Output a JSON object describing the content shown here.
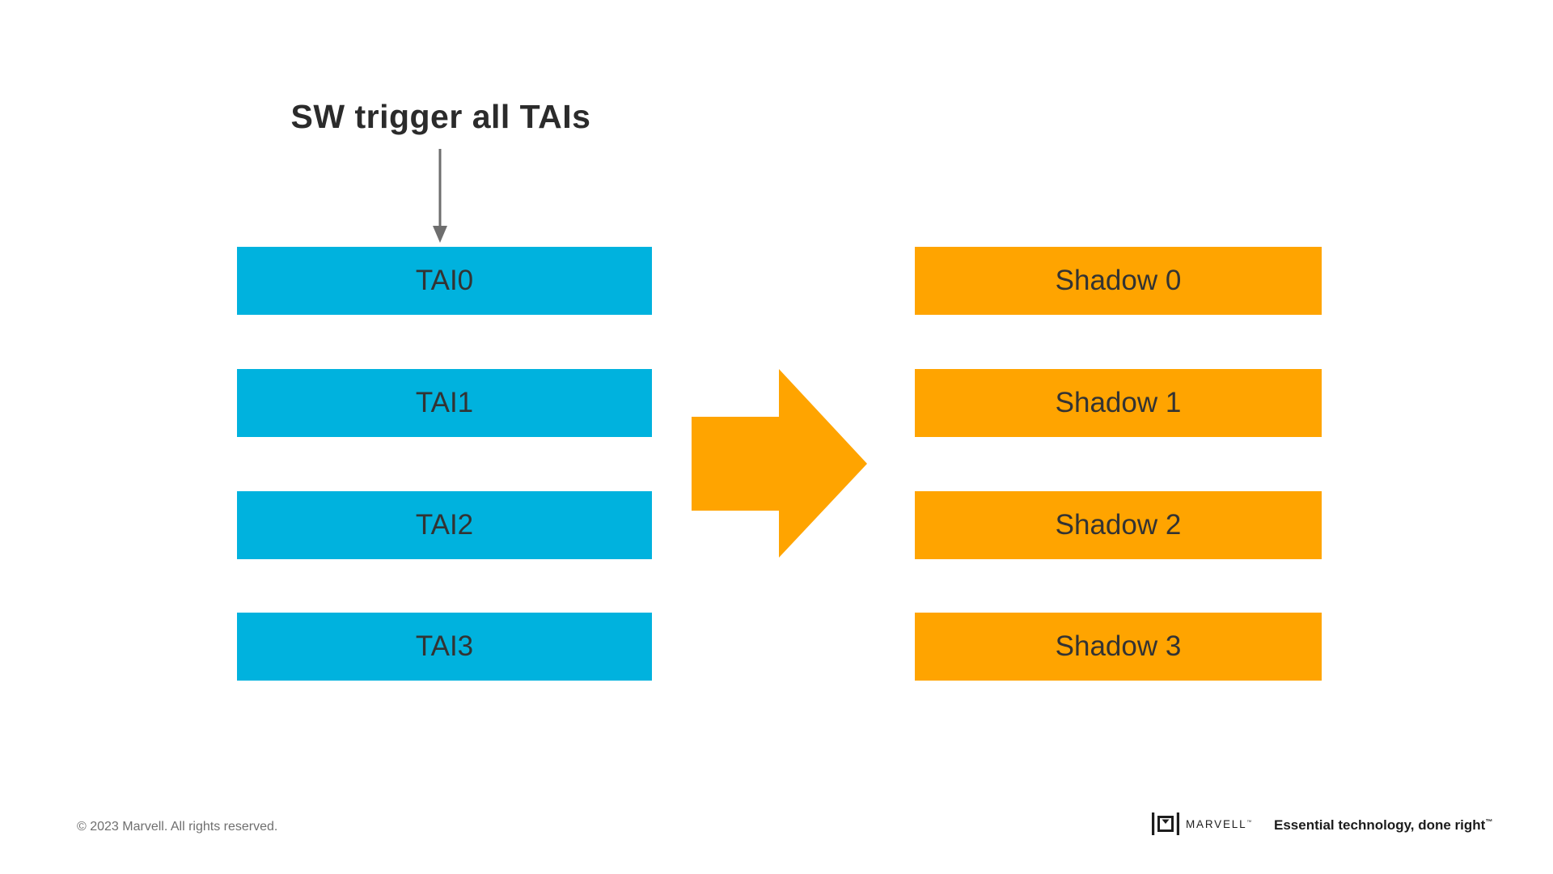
{
  "title": {
    "text": "SW trigger all TAIs"
  },
  "diagram": {
    "tai": {
      "items": [
        {
          "label": "TAI0"
        },
        {
          "label": "TAI1"
        },
        {
          "label": "TAI2"
        },
        {
          "label": "TAI3"
        }
      ]
    },
    "shadow": {
      "items": [
        {
          "label": "Shadow 0"
        },
        {
          "label": "Shadow 1"
        },
        {
          "label": "Shadow 2"
        },
        {
          "label": "Shadow 3"
        }
      ]
    }
  },
  "footer": {
    "copyright": "© 2023 Marvell. All rights reserved.",
    "brand_name": "MARVELL",
    "brand_trademark": "™",
    "tagline": "Essential technology, done right",
    "tagline_trademark": "™"
  },
  "colors": {
    "tai_box": "#00B2DE",
    "shadow_box": "#FFA400",
    "big_arrow": "#FFA400",
    "connector_arrow": "#6E6E6E",
    "box_text": "#333333",
    "title_text": "#2B2B2B",
    "copyright_text": "#6F6F6F",
    "brand_text": "#1D1D1D"
  }
}
